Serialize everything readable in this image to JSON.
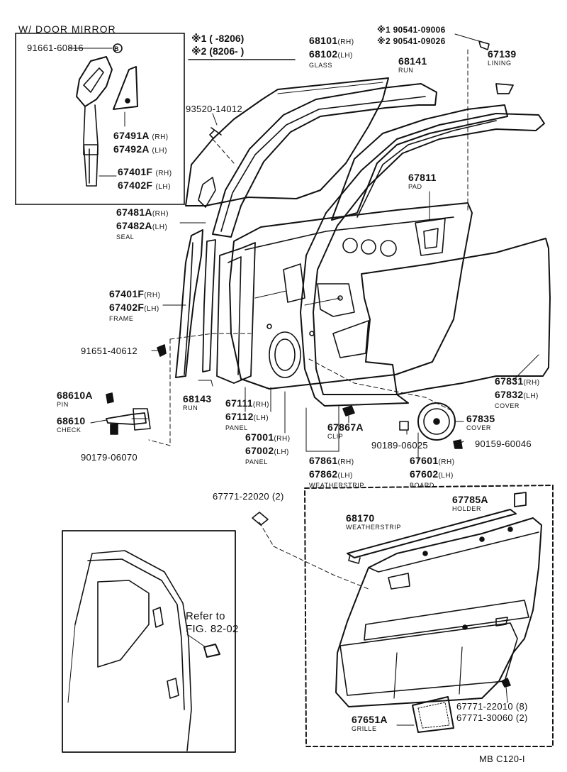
{
  "inset_mirror": {
    "title": "W/ DOOR MIRROR",
    "bolt": "91661-60816",
    "bolt_mark": "B"
  },
  "legend": {
    "row1": {
      "mark": "※1",
      "text": "(      -8206)"
    },
    "row2": {
      "mark": "※2",
      "text": "(8206-      )"
    }
  },
  "parts": {
    "p67491": {
      "n1": "67491A",
      "s1": "(RH)",
      "n2": "67492A",
      "s2": "(LH)"
    },
    "p67401_inset": {
      "n1": "67401F",
      "s1": "(RH)",
      "n2": "67402F",
      "s2": "(LH)"
    },
    "p93520": {
      "n1": "93520-14012"
    },
    "p68101": {
      "n1": "68101",
      "s1": "(RH)",
      "n2": "68102",
      "s2": "(LH)",
      "sub": "GLASS"
    },
    "p68141": {
      "n1": "68141",
      "sub": "RUN"
    },
    "p90541": {
      "n1": "※1 90541-09006",
      "n2": "※2 90541-09026"
    },
    "p67139": {
      "n1": "67139",
      "sub": "LINING"
    },
    "p67811": {
      "n1": "67811",
      "sub": "PAD"
    },
    "p67481": {
      "n1": "67481A",
      "s1": "(RH)",
      "n2": "67482A",
      "s2": "(LH)",
      "sub": "SEAL"
    },
    "p67401": {
      "n1": "67401F",
      "s1": "(RH)",
      "n2": "67402F",
      "s2": "(LH)",
      "sub": "FRAME"
    },
    "p91651": {
      "n1": "91651-40612"
    },
    "p68610A": {
      "n1": "68610A",
      "sub": "PIN"
    },
    "p68610": {
      "n1": "68610",
      "sub": "CHECK"
    },
    "p90179": {
      "n1": "90179-06070"
    },
    "p68143": {
      "n1": "68143",
      "sub": "RUN"
    },
    "p67111": {
      "n1": "67111",
      "s1": "(RH)",
      "n2": "67112",
      "s2": "(LH)",
      "sub": "PANEL"
    },
    "p67001": {
      "n1": "67001",
      "s1": "(RH)",
      "n2": "67002",
      "s2": "(LH)",
      "sub": "PANEL"
    },
    "p67867": {
      "n1": "67867A",
      "sub": "CLIP"
    },
    "p67861": {
      "n1": "67861",
      "s1": "(RH)",
      "n2": "67862",
      "s2": "(LH)",
      "sub": "WEATHERSTRIP"
    },
    "p67831": {
      "n1": "67831",
      "s1": "(RH)",
      "n2": "67832",
      "s2": "(LH)",
      "sub": "COVER"
    },
    "p67835": {
      "n1": "67835",
      "sub": "COVER"
    },
    "p90189": {
      "n1": "90189-06025"
    },
    "p90159": {
      "n1": "90159-60046"
    },
    "p67601": {
      "n1": "67601",
      "s1": "(RH)",
      "n2": "67602",
      "s2": "(LH)",
      "sub": "BOARD"
    },
    "p67771a": {
      "n1": "67771-22020",
      "s1": "(2)"
    },
    "p67785": {
      "n1": "67785A",
      "sub": "HOLDER"
    },
    "p68170": {
      "n1": "68170",
      "sub": "WEATHERSTRIP"
    },
    "p67651": {
      "n1": "67651A",
      "sub": "GRILLE"
    },
    "p67771b": {
      "n1": "67771-22010",
      "s1": "(8)",
      "n2": "67771-30060",
      "s2": "(2)"
    }
  },
  "refer": {
    "line1": "Refer to",
    "line2": "FIG. 82-02"
  },
  "footer": {
    "code": "MB  C120-I"
  }
}
